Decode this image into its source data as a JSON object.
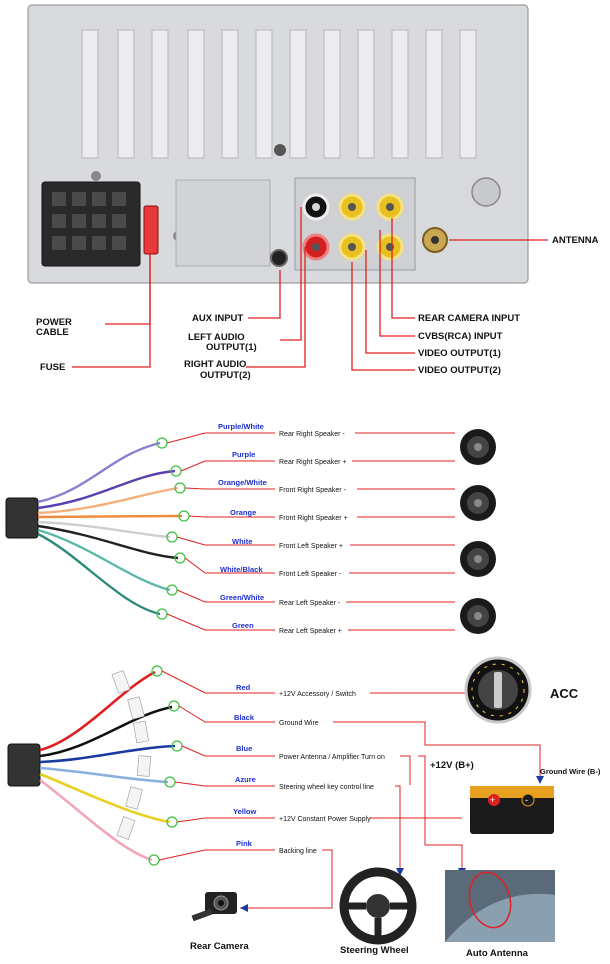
{
  "rear_panel": {
    "labels": {
      "antenna": "ANTENNA",
      "power_cable_1": "POWER",
      "power_cable_2": "CABLE",
      "fuse": "FUSE",
      "aux_input": "AUX INPUT",
      "left_audio_1": "LEFT AUDIO",
      "left_audio_2": "OUTPUT(1)",
      "right_audio_1": "RIGHT AUDIO",
      "right_audio_2": "OUTPUT(2)",
      "rear_camera_input": "REAR CAMERA INPUT",
      "cvbs_input": "CVBS(RCA) INPUT",
      "video_output_1": "VIDEO OUTPUT(1)",
      "video_output_2": "VIDEO OUTPUT(2)"
    }
  },
  "speaker_harness": {
    "wires": [
      {
        "color_name": "Purple/White",
        "function": "Rear Right Speaker -",
        "wire_color": "#8a7fd0"
      },
      {
        "color_name": "Purple",
        "function": "Rear Right Speaker +",
        "wire_color": "#5a3fb0"
      },
      {
        "color_name": "Orange/White",
        "function": "Front Right Speaker -",
        "wire_color": "#f4b07a"
      },
      {
        "color_name": "Orange",
        "function": "Front Right Speaker +",
        "wire_color": "#f08a3a"
      },
      {
        "color_name": "White",
        "function": "Front Left Speaker +",
        "wire_color": "#dcdcdc"
      },
      {
        "color_name": "White/Black",
        "function": "Front Left Speaker -",
        "wire_color": "#222222"
      },
      {
        "color_name": "Green/White",
        "function": "Rear Left Speaker -",
        "wire_color": "#5ab8a8"
      },
      {
        "color_name": "Green",
        "function": "Rear Left Speaker +",
        "wire_color": "#2e8a7a"
      }
    ]
  },
  "power_harness": {
    "wires": [
      {
        "color_name": "Red",
        "function": "+12V Accessory / Switch",
        "wire_color": "#e02020"
      },
      {
        "color_name": "Black",
        "function": "Ground Wire",
        "wire_color": "#111111"
      },
      {
        "color_name": "Blue",
        "function": "Power Antenna / Amplifier Turn on",
        "wire_color": "#1a3aa0"
      },
      {
        "color_name": "Azure",
        "function": "Steering wheel key control line",
        "wire_color": "#8ab0e0"
      },
      {
        "color_name": "Yellow",
        "function": "+12V Constant Power Supply",
        "wire_color": "#e8d020"
      },
      {
        "color_name": "Pink",
        "function": "Backing line",
        "wire_color": "#f0a8b8"
      }
    ],
    "acc_label": "ACC",
    "battery_label": "+12V (B+)",
    "ground_label": "Ground Wire (B-)",
    "rear_camera_label": "Rear Camera",
    "steering_wheel_label": "Steering Wheel",
    "auto_antenna_label": "Auto Antenna"
  },
  "colors": {
    "leader_line": "#e02020",
    "wire_label": "#1e2fd0",
    "panel": "#d8d9dc",
    "rca_yellow": "#e8c020",
    "rca_red": "#d02020"
  }
}
